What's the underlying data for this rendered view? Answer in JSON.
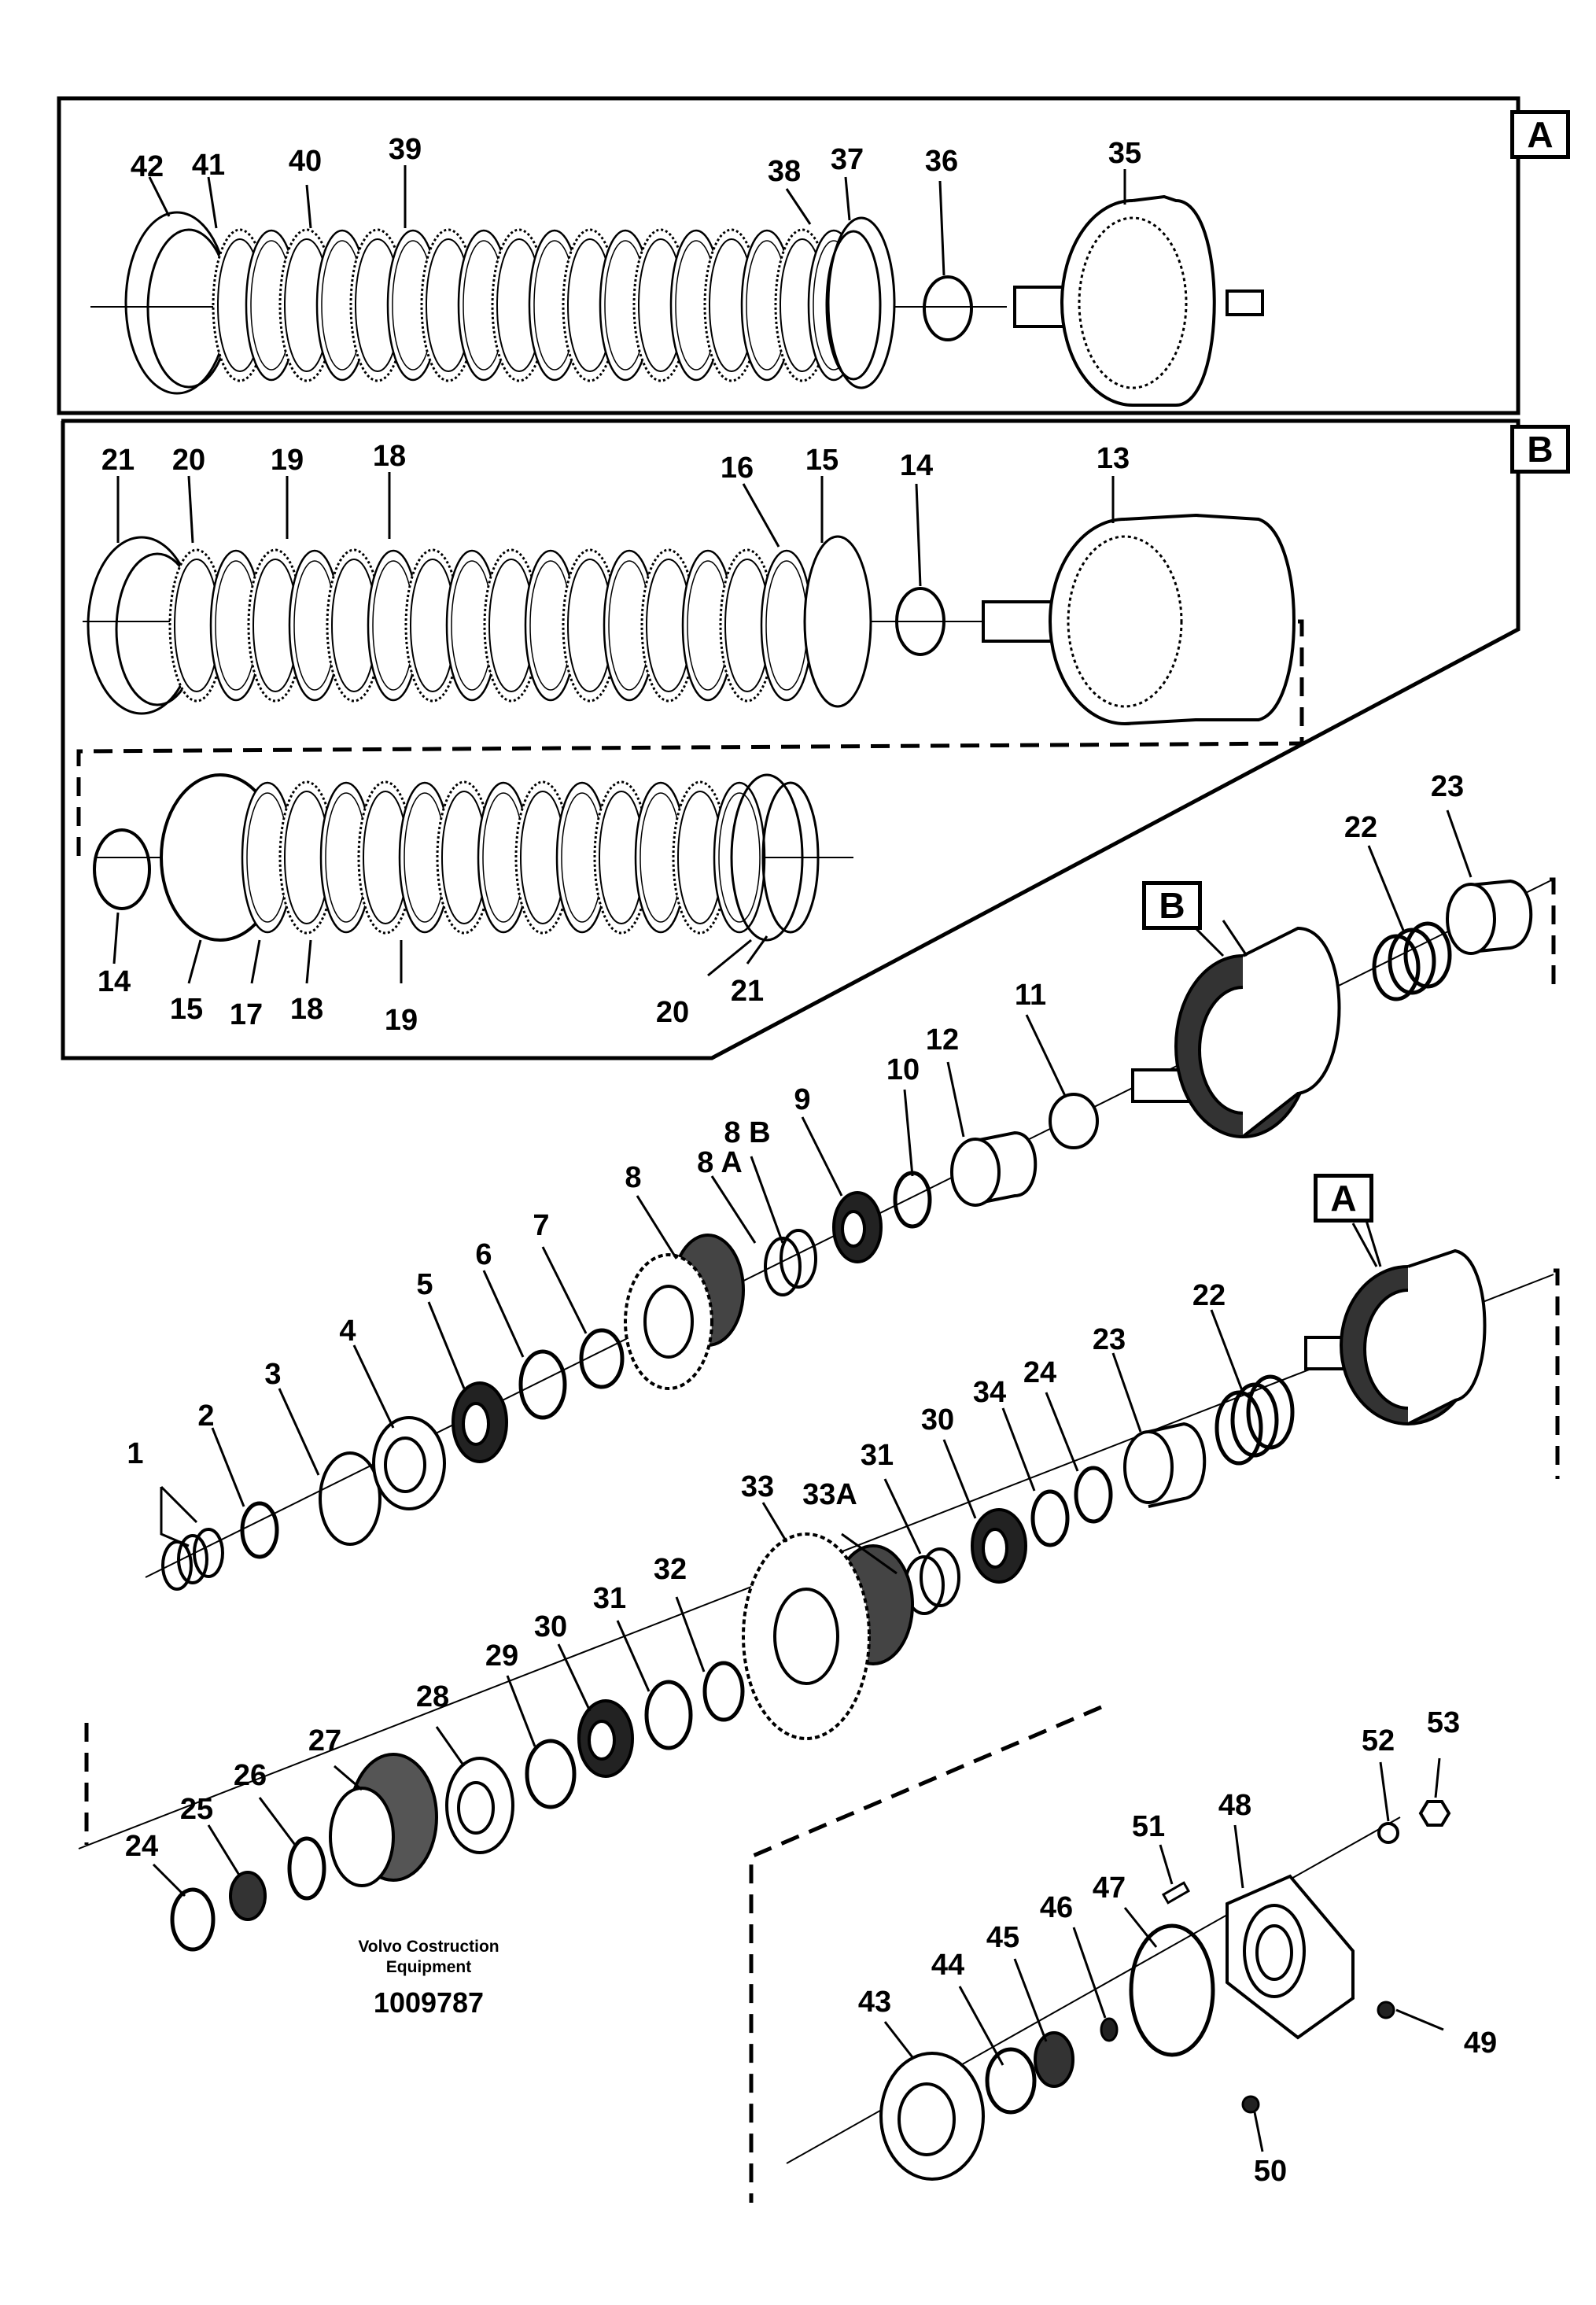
{
  "callouts": {
    "A": "A",
    "B": "B"
  },
  "labels": {
    "p42": "42",
    "p41": "41",
    "p40": "40",
    "p39": "39",
    "p38": "38",
    "p37": "37",
    "p36": "36",
    "p35": "35",
    "p21": "21",
    "p20": "20",
    "p19": "19",
    "p18": "18",
    "p16": "16",
    "p15": "15",
    "p14": "14",
    "p13": "13",
    "p14b": "14",
    "p15b": "15",
    "p17": "17",
    "p18b": "18",
    "p19b": "19",
    "p20b": "20",
    "p21b": "21",
    "p23": "23",
    "p22": "22",
    "p11": "11",
    "p12": "12",
    "p10": "10",
    "p9": "9",
    "p8B": "8 B",
    "p8A": "8 A",
    "p8": "8",
    "p7": "7",
    "p6": "6",
    "p5": "5",
    "p4": "4",
    "p3": "3",
    "p2": "2",
    "p1": "1",
    "p22b": "22",
    "p23b": "23",
    "p24": "24",
    "p34": "34",
    "p30": "30",
    "p31": "31",
    "p33A": "33A",
    "p33": "33",
    "p32": "32",
    "p31b": "31",
    "p30b": "30",
    "p29": "29",
    "p28": "28",
    "p27": "27",
    "p26": "26",
    "p25": "25",
    "p24b": "24",
    "p53": "53",
    "p52": "52",
    "p51": "51",
    "p48": "48",
    "p47": "47",
    "p46": "46",
    "p45": "45",
    "p44": "44",
    "p43": "43",
    "p49": "49",
    "p50": "50"
  },
  "footer": {
    "maker_line1": "Volvo Costruction",
    "maker_line2": "Equipment",
    "part_number": "1009787"
  }
}
